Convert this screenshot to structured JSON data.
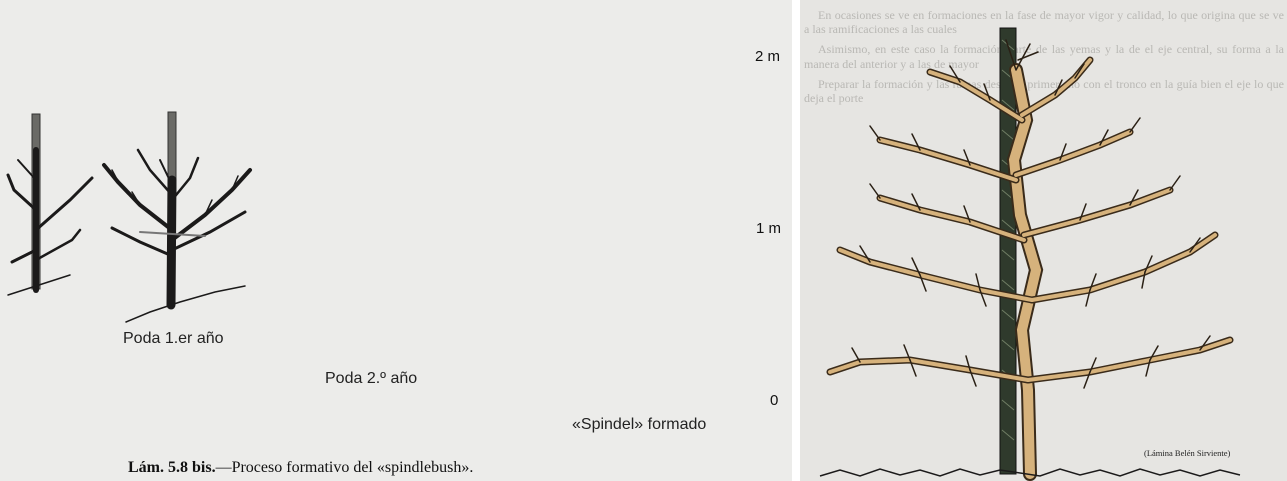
{
  "figure": {
    "caption_number": "Lám. 5.8 bis.",
    "caption_text": "—Proceso formativo del «spindlebush».",
    "stages": [
      {
        "label": "Poda 1.er año"
      },
      {
        "label": "Poda 2.º año"
      },
      {
        "label": "«Spindel» formado"
      }
    ],
    "scale": {
      "top": "2 m",
      "middle": "1 m",
      "bottom": "0"
    }
  },
  "right_page": {
    "credit": "(Lámina Belén Sirviente)",
    "background_text": [
      "En ocasiones se ve en formaciones en la fase de mayor vigor y calidad, lo que origina que se ve a las ramificaciones a las cuales",
      "Asimismo, en este caso la formación parte de las yemas y la de el eje central, su forma a la manera del anterior y a las de mayor",
      "Preparar la formación y las ramas desde el primer año con el tronco en la guía bien el eje lo que deja el porte"
    ]
  },
  "colors": {
    "branch_dark": "#1b1a1a",
    "paper_left": "#ececea",
    "paper_right": "#e6e5e2",
    "stake_green": "#2f3a2c",
    "branch_tan": "#c8a26a"
  }
}
